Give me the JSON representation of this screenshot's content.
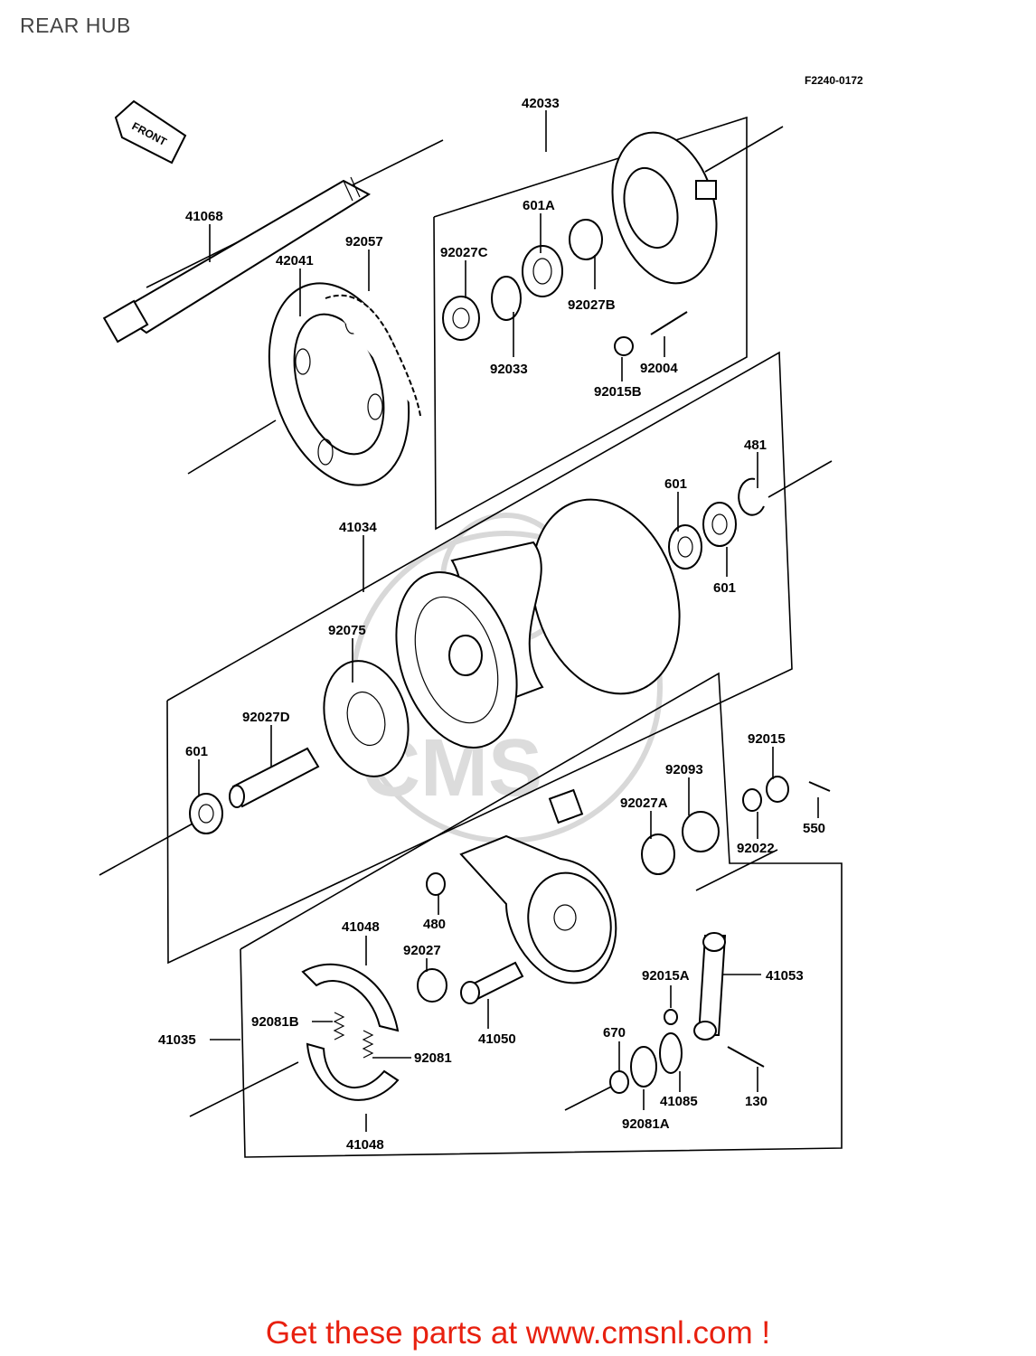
{
  "page": {
    "title": "REAR HUB",
    "footer": "Get these parts at www.cmsnl.com !"
  },
  "diagram": {
    "figure_ref": "F2240-0172",
    "arrow_label": "FRONT",
    "part_labels": [
      {
        "id": "p42033",
        "text": "42033"
      },
      {
        "id": "p41068",
        "text": "41068"
      },
      {
        "id": "p92057",
        "text": "92057"
      },
      {
        "id": "p42041",
        "text": "42041"
      },
      {
        "id": "p601A",
        "text": "601A"
      },
      {
        "id": "p92027C",
        "text": "92027C"
      },
      {
        "id": "p92027B",
        "text": "92027B"
      },
      {
        "id": "p92033",
        "text": "92033"
      },
      {
        "id": "p92004",
        "text": "92004"
      },
      {
        "id": "p92015B",
        "text": "92015B"
      },
      {
        "id": "p481",
        "text": "481"
      },
      {
        "id": "p601a",
        "text": "601"
      },
      {
        "id": "p601b",
        "text": "601"
      },
      {
        "id": "p41034",
        "text": "41034"
      },
      {
        "id": "p92075",
        "text": "92075"
      },
      {
        "id": "p92027D",
        "text": "92027D"
      },
      {
        "id": "p601c",
        "text": "601"
      },
      {
        "id": "p92015",
        "text": "92015"
      },
      {
        "id": "p92093",
        "text": "92093"
      },
      {
        "id": "p92027A",
        "text": "92027A"
      },
      {
        "id": "p550",
        "text": "550"
      },
      {
        "id": "p92022",
        "text": "92022"
      },
      {
        "id": "p480",
        "text": "480"
      },
      {
        "id": "p41048a",
        "text": "41048"
      },
      {
        "id": "p92027",
        "text": "92027"
      },
      {
        "id": "p92081B",
        "text": "92081B"
      },
      {
        "id": "p41035",
        "text": "41035"
      },
      {
        "id": "p41050",
        "text": "41050"
      },
      {
        "id": "p92081",
        "text": "92081"
      },
      {
        "id": "p41048b",
        "text": "41048"
      },
      {
        "id": "p92015A",
        "text": "92015A"
      },
      {
        "id": "p41053",
        "text": "41053"
      },
      {
        "id": "p670",
        "text": "670"
      },
      {
        "id": "p41085",
        "text": "41085"
      },
      {
        "id": "p130",
        "text": "130"
      },
      {
        "id": "p92081A",
        "text": "92081A"
      }
    ]
  }
}
